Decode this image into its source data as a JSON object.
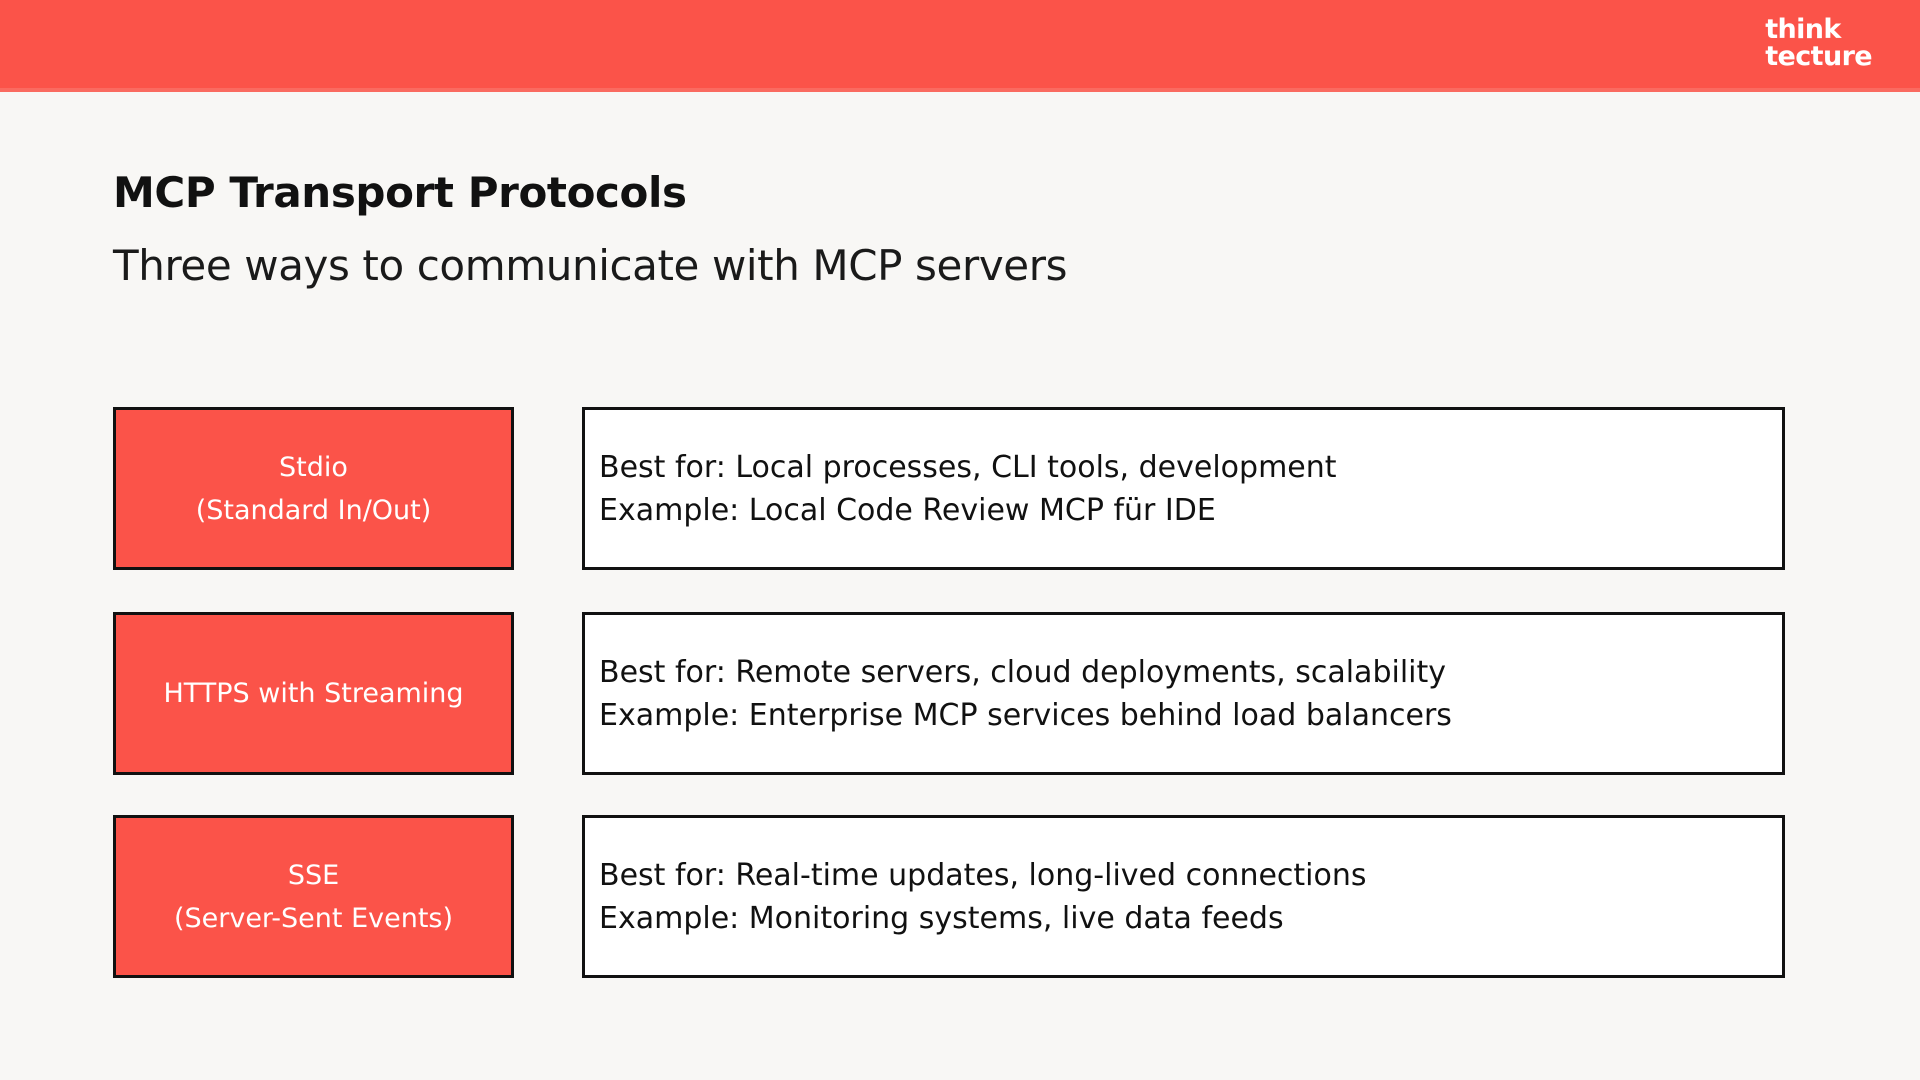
{
  "header": {
    "logo_line1": "think",
    "logo_line2": "tecture",
    "bar_color": "#fb5349"
  },
  "slide": {
    "title": "MCP Transport Protocols",
    "subtitle": "Three ways to communicate with MCP servers",
    "background_color": "#f8f7f5",
    "accent_color": "#fb5349"
  },
  "transports": [
    {
      "name_line1": "Stdio",
      "name_line2": "(Standard In/Out)",
      "best_for": "Best for: Local processes, CLI tools, development",
      "example": "Example: Local Code Review MCP für IDE"
    },
    {
      "name_line1": "HTTPS with Streaming",
      "name_line2": "",
      "best_for": "Best for: Remote servers, cloud deployments, scalability",
      "example": "Example: Enterprise MCP services behind load balancers"
    },
    {
      "name_line1": "SSE",
      "name_line2": "(Server-Sent Events)",
      "best_for": "Best for: Real-time updates, long-lived connections",
      "example": "Example: Monitoring systems, live data feeds"
    }
  ]
}
